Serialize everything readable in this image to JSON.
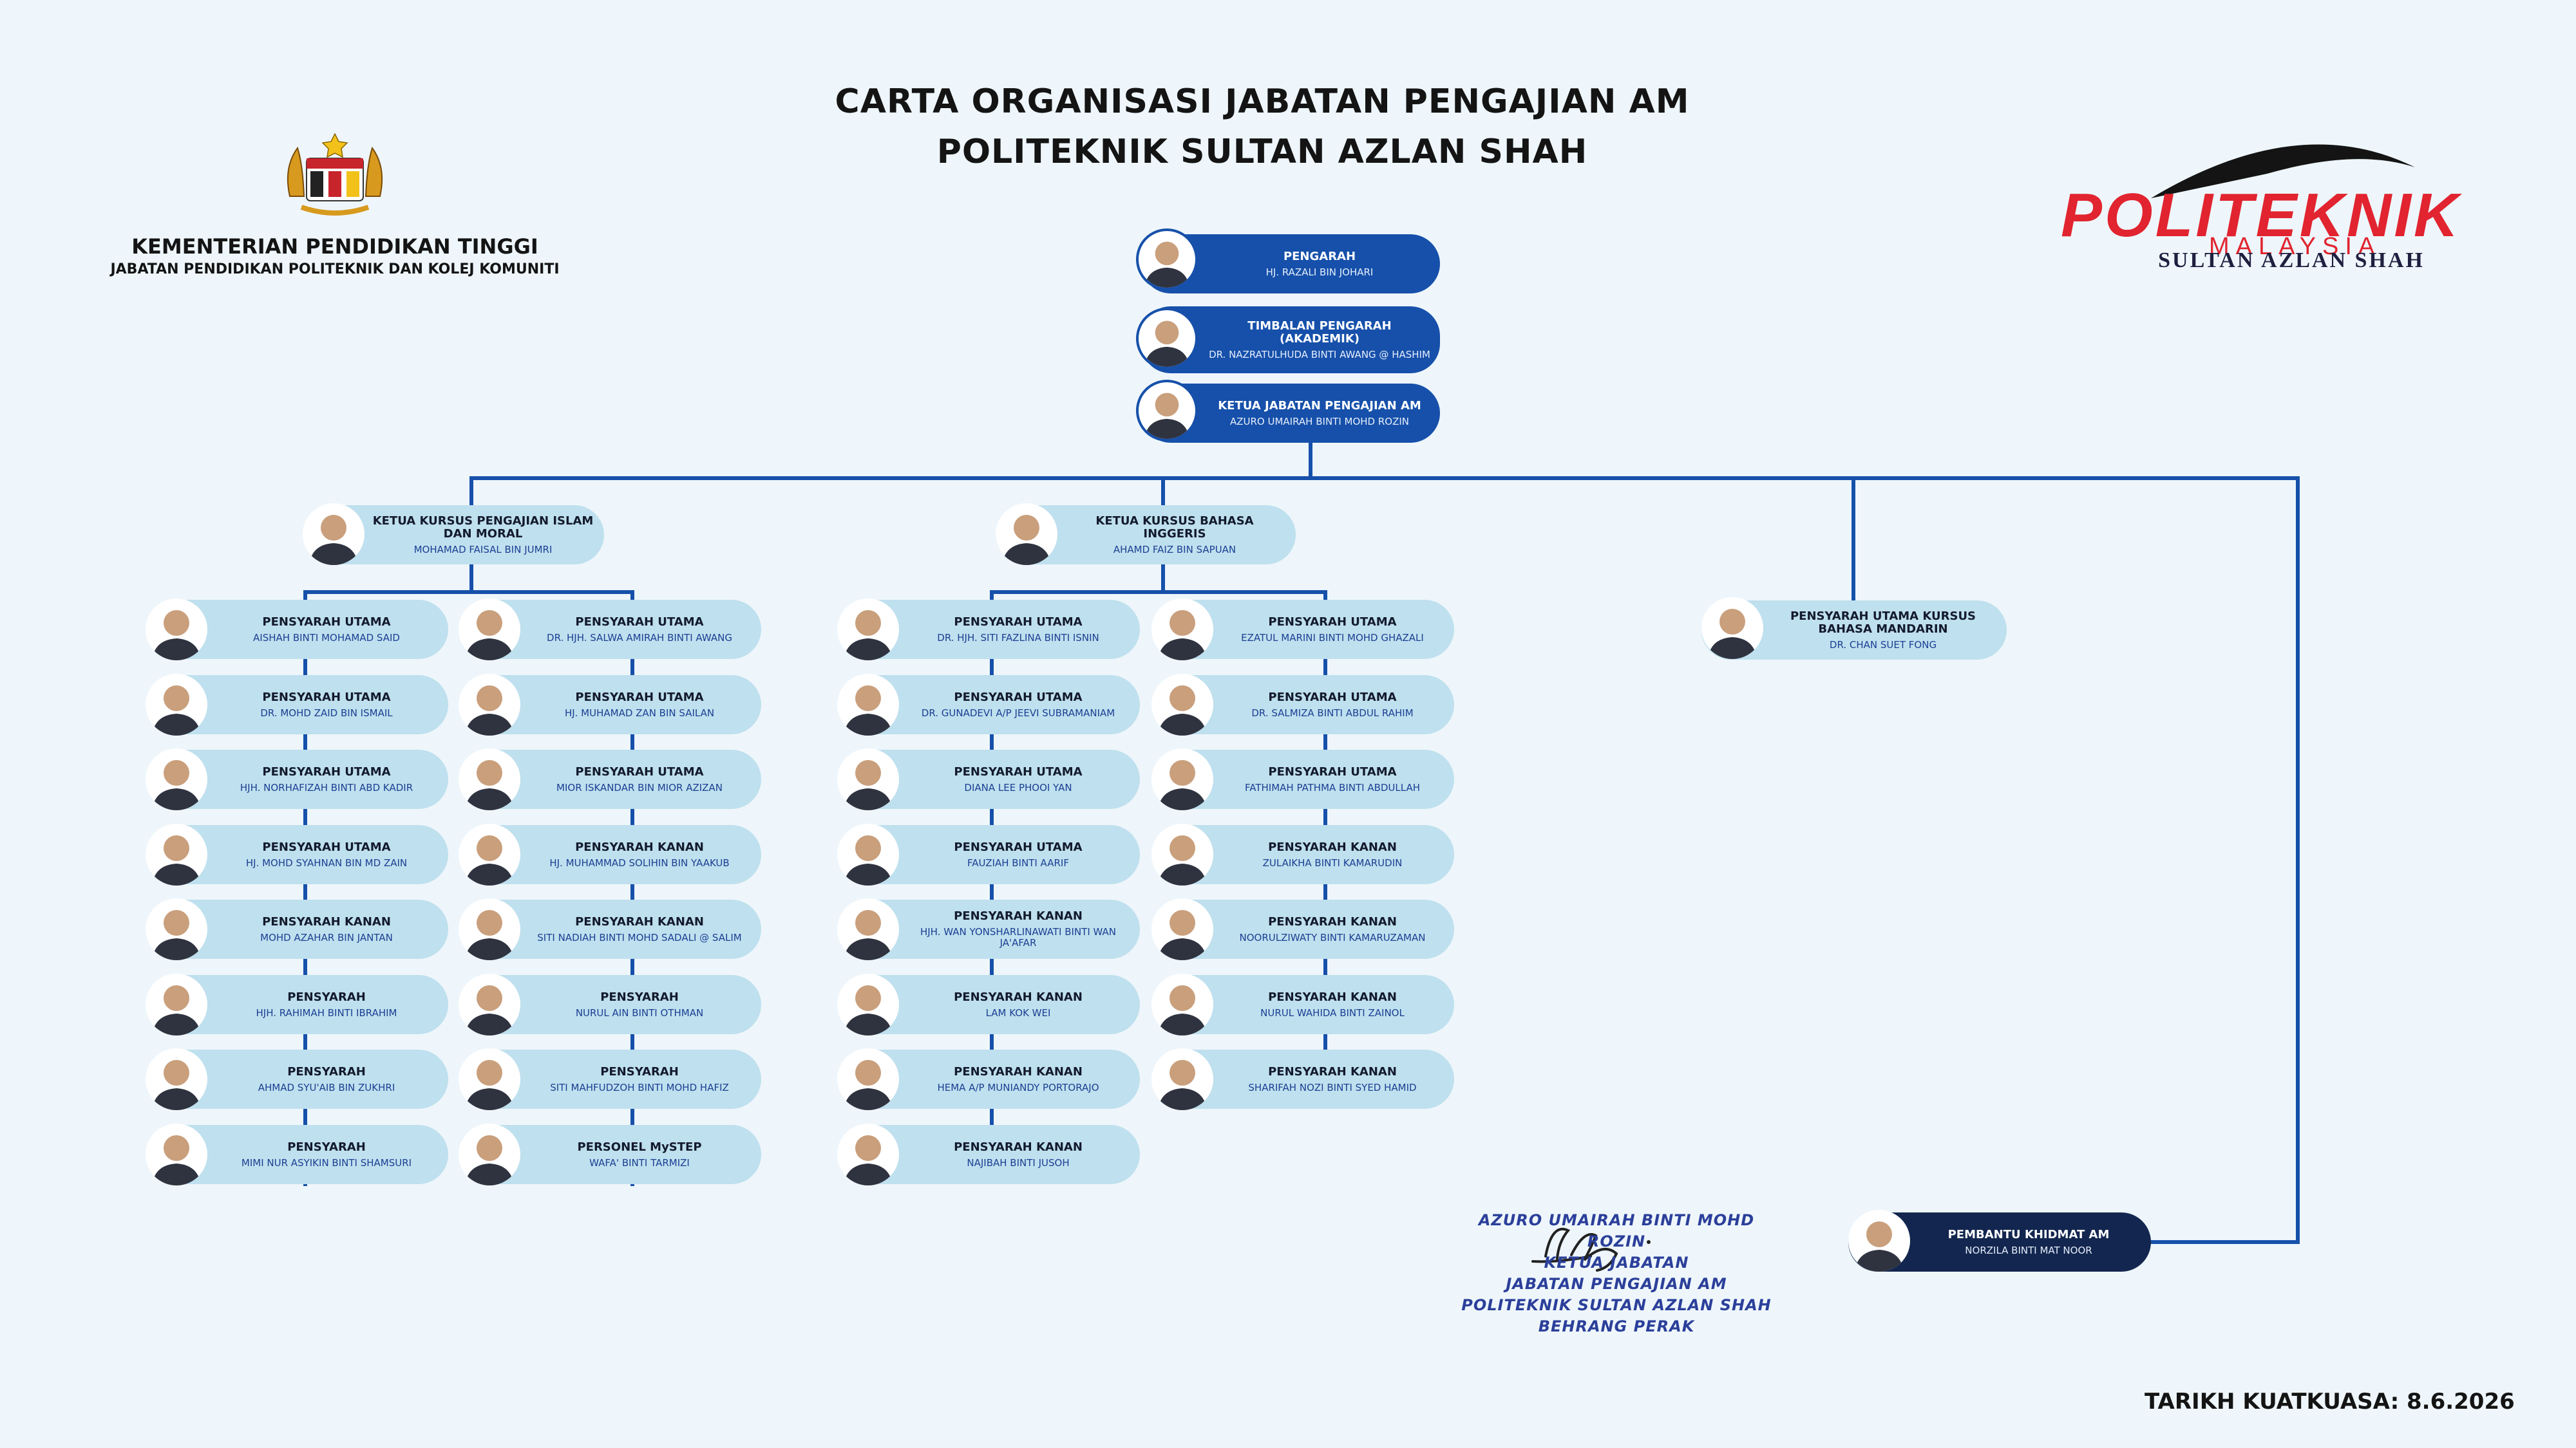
{
  "title": {
    "line1": "CARTA ORGANISASI JABATAN PENGAJIAN AM",
    "line2": "POLITEKNIK SULTAN AZLAN SHAH"
  },
  "ministry": {
    "line1": "KEMENTERIAN PENDIDIKAN TINGGI",
    "line2": "JABATAN PENDIDIKAN POLITEKNIK DAN KOLEJ KOMUNITI"
  },
  "logo": {
    "brand": "POLITEKNIK",
    "sub": "MALAYSIA",
    "campus": "SULTAN AZLAN SHAH"
  },
  "top_chain": [
    {
      "role": "PENGARAH",
      "name": "HJ. RAZALI BIN JOHARI"
    },
    {
      "role": "TIMBALAN PENGARAH (AKADEMIK)",
      "name": "DR. NAZRATULHUDA BINTI AWANG @ HASHIM"
    },
    {
      "role": "KETUA JABATAN PENGAJIAN AM",
      "name": "AZURO UMAIRAH BINTI MOHD ROZIN"
    }
  ],
  "course_heads": [
    {
      "role": "KETUA KURSUS PENGAJIAN ISLAM DAN MORAL",
      "name": "MOHAMAD FAISAL BIN JUMRI"
    },
    {
      "role": "KETUA KURSUS BAHASA INGGERIS",
      "name": "AHAMD FAIZ BIN SAPUAN"
    }
  ],
  "islam_left": [
    {
      "role": "PENSYARAH UTAMA",
      "name": "AISHAH BINTI MOHAMAD SAID"
    },
    {
      "role": "PENSYARAH UTAMA",
      "name": "DR. MOHD ZAID BIN ISMAIL"
    },
    {
      "role": "PENSYARAH UTAMA",
      "name": "HJH. NORHAFIZAH BINTI ABD KADIR"
    },
    {
      "role": "PENSYARAH UTAMA",
      "name": "HJ. MOHD SYAHNAN BIN MD ZAIN"
    },
    {
      "role": "PENSYARAH KANAN",
      "name": "MOHD AZAHAR BIN JANTAN"
    },
    {
      "role": "PENSYARAH",
      "name": "HJH. RAHIMAH BINTI IBRAHIM"
    },
    {
      "role": "PENSYARAH",
      "name": "AHMAD SYU'AIB BIN ZUKHRI"
    },
    {
      "role": "PENSYARAH",
      "name": "MIMI NUR ASYIKIN BINTI SHAMSURI"
    }
  ],
  "islam_right": [
    {
      "role": "PENSYARAH UTAMA",
      "name": "DR. HJH. SALWA AMIRAH BINTI AWANG"
    },
    {
      "role": "PENSYARAH UTAMA",
      "name": "HJ. MUHAMAD ZAN BIN SAILAN"
    },
    {
      "role": "PENSYARAH UTAMA",
      "name": "MIOR ISKANDAR BIN MIOR AZIZAN"
    },
    {
      "role": "PENSYARAH KANAN",
      "name": "HJ. MUHAMMAD SOLIHIN BIN YAAKUB"
    },
    {
      "role": "PENSYARAH KANAN",
      "name": "SITI NADIAH BINTI MOHD SADALI @ SALIM"
    },
    {
      "role": "PENSYARAH",
      "name": "NURUL AIN BINTI OTHMAN"
    },
    {
      "role": "PENSYARAH",
      "name": "SITI MAHFUDZOH BINTI MOHD HAFIZ"
    },
    {
      "role": "PERSONEL MySTEP",
      "name": "WAFA' BINTI TARMIZI"
    }
  ],
  "english_left": [
    {
      "role": "PENSYARAH UTAMA",
      "name": "DR. HJH. SITI FAZLINA BINTI ISNIN"
    },
    {
      "role": "PENSYARAH UTAMA",
      "name": "DR. GUNADEVI A/P JEEVI SUBRAMANIAM"
    },
    {
      "role": "PENSYARAH UTAMA",
      "name": "DIANA LEE PHOOI YAN"
    },
    {
      "role": "PENSYARAH UTAMA",
      "name": "FAUZIAH BINTI AARIF"
    },
    {
      "role": "PENSYARAH KANAN",
      "name": "HJH. WAN YONSHARLINAWATI BINTI WAN JA'AFAR"
    },
    {
      "role": "PENSYARAH KANAN",
      "name": "LAM KOK WEI"
    },
    {
      "role": "PENSYARAH KANAN",
      "name": "HEMA A/P MUNIANDY PORTORAJO"
    },
    {
      "role": "PENSYARAH KANAN",
      "name": "NAJIBAH BINTI JUSOH"
    }
  ],
  "english_right": [
    {
      "role": "PENSYARAH UTAMA",
      "name": "EZATUL MARINI BINTI MOHD GHAZALI"
    },
    {
      "role": "PENSYARAH UTAMA",
      "name": "DR. SALMIZA BINTI ABDUL RAHIM"
    },
    {
      "role": "PENSYARAH UTAMA",
      "name": "FATHIMAH PATHMA BINTI ABDULLAH"
    },
    {
      "role": "PENSYARAH KANAN",
      "name": "ZULAIKHA BINTI KAMARUDIN"
    },
    {
      "role": "PENSYARAH KANAN",
      "name": "NOORULZIWATY BINTI KAMARUZAMAN"
    },
    {
      "role": "PENSYARAH KANAN",
      "name": "NURUL WAHIDA BINTI ZAINOL"
    },
    {
      "role": "PENSYARAH KANAN",
      "name": "SHARIFAH NOZI BINTI SYED HAMID"
    }
  ],
  "mandarin": {
    "role": "PENSYARAH UTAMA KURSUS BAHASA MANDARIN",
    "name": "DR. CHAN SUET FONG"
  },
  "general_assistant": {
    "role": "PEMBANTU KHIDMAT AM",
    "name": "NORZILA BINTI MAT NOOR"
  },
  "signature": {
    "lines": [
      "AZURO UMAIRAH BINTI MOHD ROZIN",
      "KETUA JABATAN",
      "JABATAN PENGAJIAN AM",
      "POLITEKNIK SULTAN AZLAN SHAH",
      "BEHRANG PERAK"
    ]
  },
  "effective_date": "TARIKH KUATKUASA: 8.6.2026",
  "colors": {
    "background": "#eef6fb",
    "light_card": "#bfe0ee",
    "dark_card": "#1650aa",
    "navy_card": "#12264f",
    "connector": "#1650aa",
    "logo_red": "#e1242f"
  }
}
